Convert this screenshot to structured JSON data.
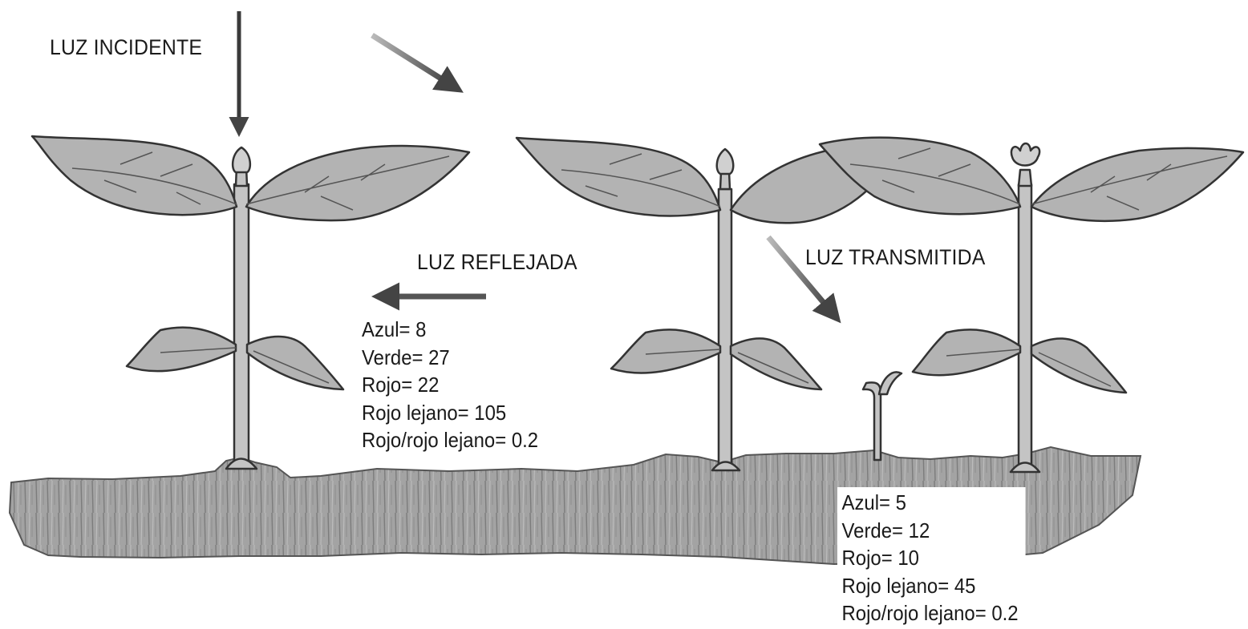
{
  "labels": {
    "incident": "LUZ INCIDENTE",
    "reflected": "LUZ REFLEJADA",
    "transmitted": "LUZ TRANSMITIDA"
  },
  "reflected_values": [
    "Azul= 8",
    "Verde= 27",
    "Rojo= 22",
    "Rojo lejano= 105",
    "Rojo/rojo lejano= 0.2"
  ],
  "transmitted_values": [
    "Azul= 5",
    "Verde= 12",
    "Rojo= 10",
    "Rojo lejano= 45",
    "Rojo/rojo lejano= 0.2"
  ],
  "colors": {
    "leaf_fill": "#b3b3b3",
    "stem_fill": "#c4c4c4",
    "soil_fill": "#9a9a9a",
    "outline": "#333333",
    "arrow": "#444444",
    "text": "#1a1a1a"
  }
}
